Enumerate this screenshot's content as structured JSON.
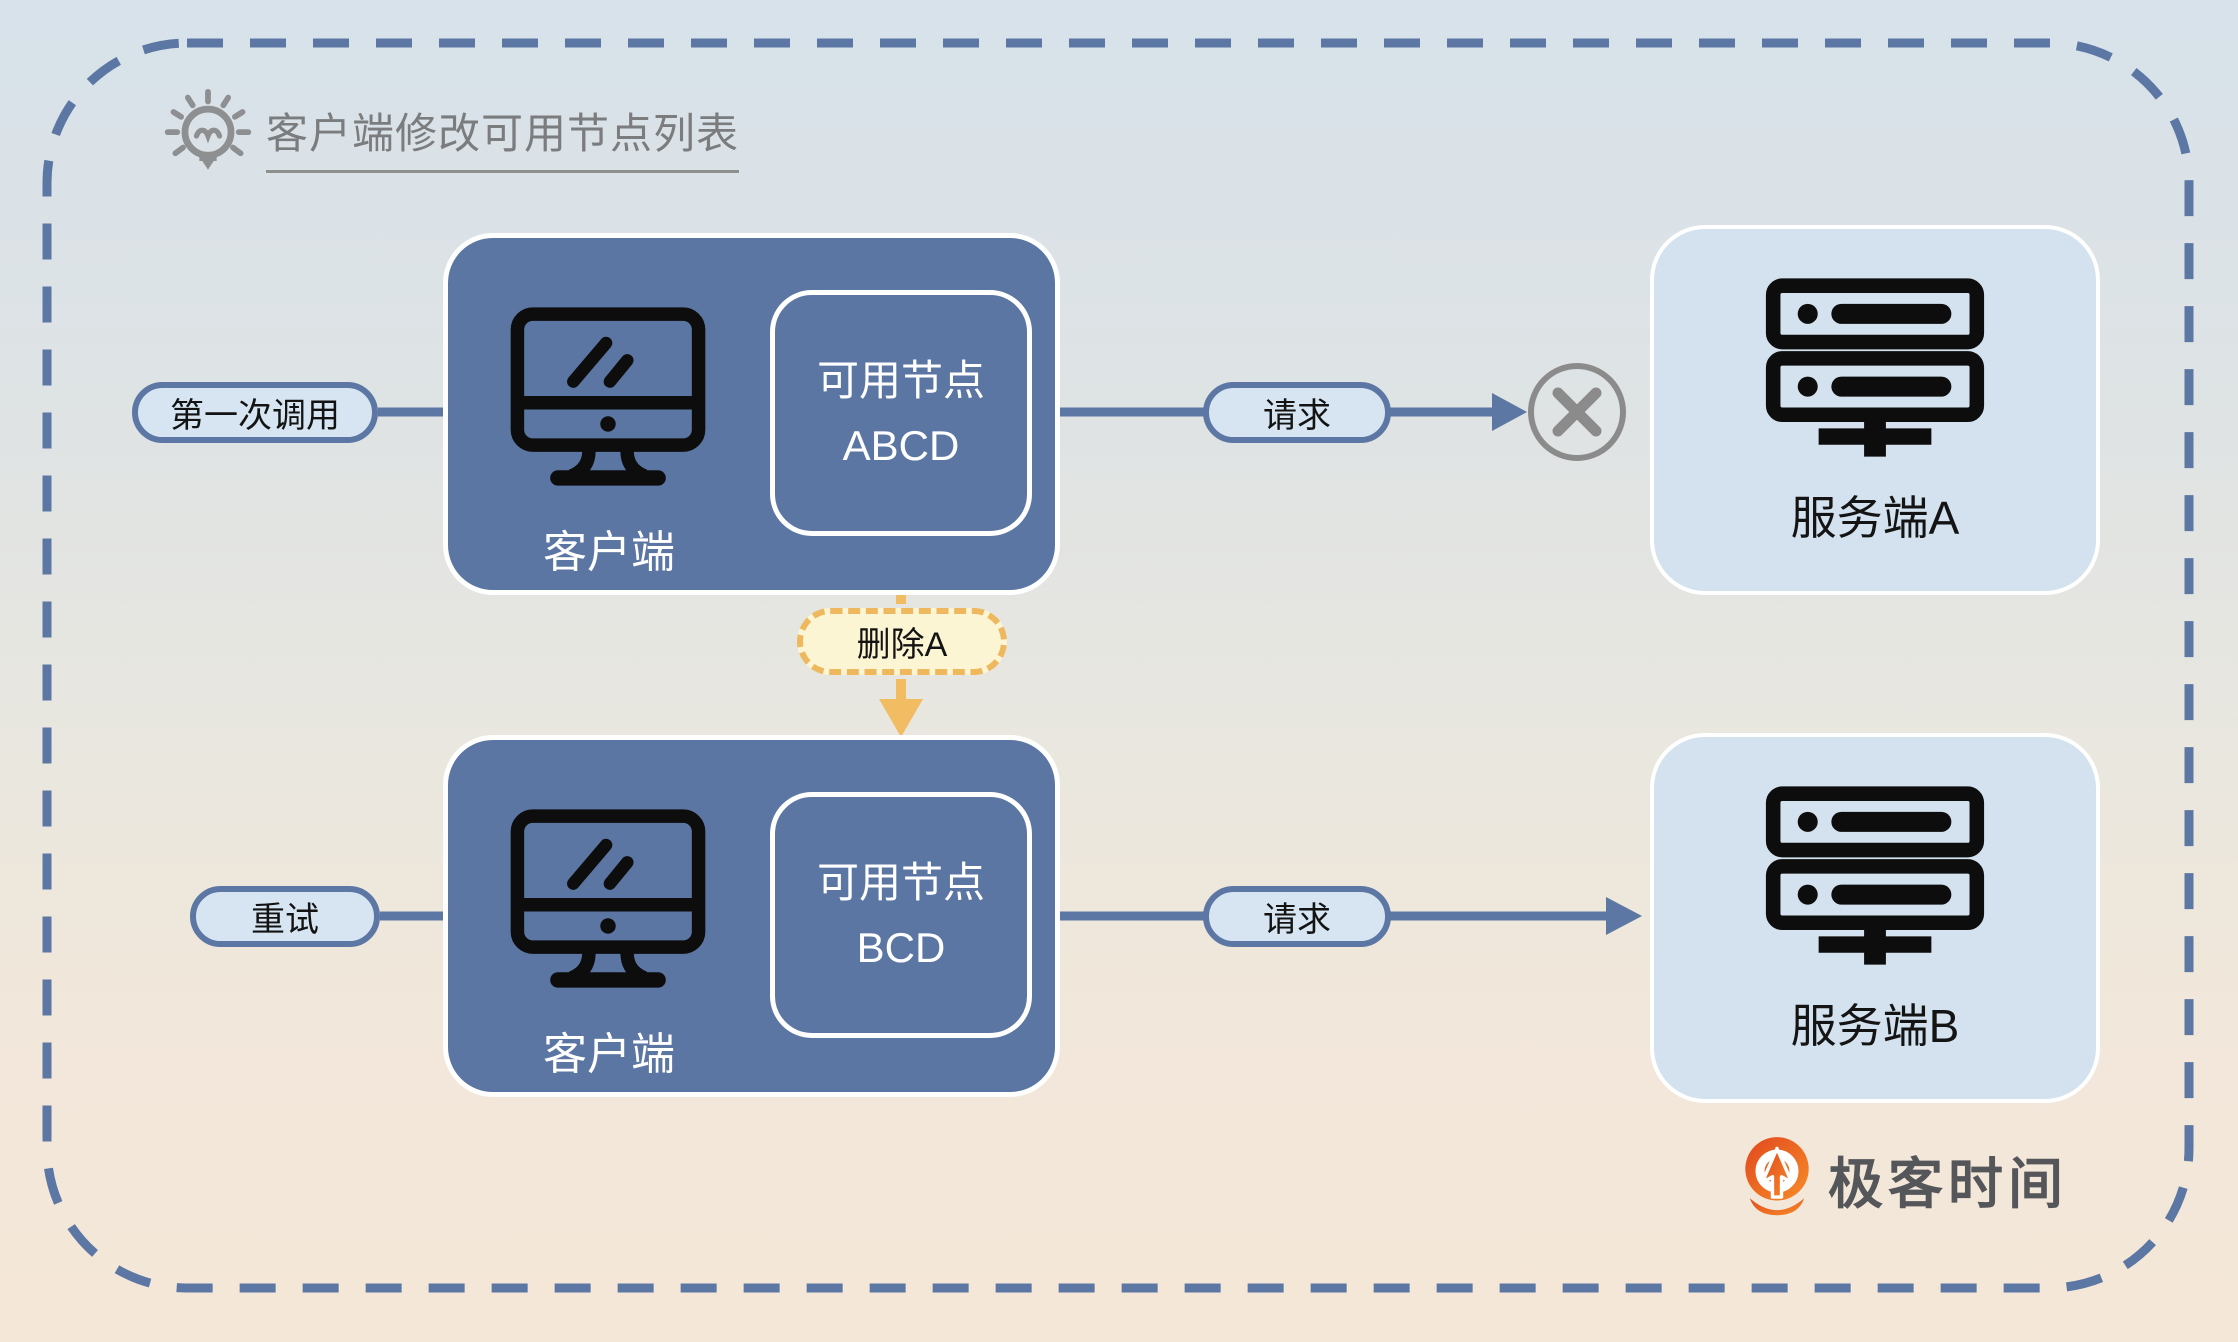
{
  "title": {
    "text": "客户端修改可用节点列表"
  },
  "step1": {
    "trigger_label": "第一次调用",
    "client": {
      "name": "客户端",
      "nodes_line1": "可用节点",
      "nodes_line2": "ABCD"
    },
    "request_label": "请求",
    "result": "failure",
    "server": {
      "name": "服务端A"
    }
  },
  "transition": {
    "label": "删除A"
  },
  "step2": {
    "trigger_label": "重试",
    "client": {
      "name": "客户端",
      "nodes_line1": "可用节点",
      "nodes_line2": "BCD"
    },
    "request_label": "请求",
    "server": {
      "name": "服务端B"
    }
  },
  "branding": {
    "name": "极客时间"
  },
  "colors": {
    "accent_blue": "#5c77a4",
    "client_fill": "#5b76a3",
    "server_fill": "#d3e2ee",
    "pill_fill": "#d6e5f1",
    "warning_yellow": "#f1bc62",
    "warning_fill": "#fcf5d3",
    "failure_gray": "#8b8b8b",
    "title_gray": "#7b7c7e",
    "logo_orange_dark": "#e14a1f",
    "logo_orange_light": "#f78c28",
    "bg_top": "#d7e2ea",
    "bg_bottom": "#f4e7d8"
  }
}
